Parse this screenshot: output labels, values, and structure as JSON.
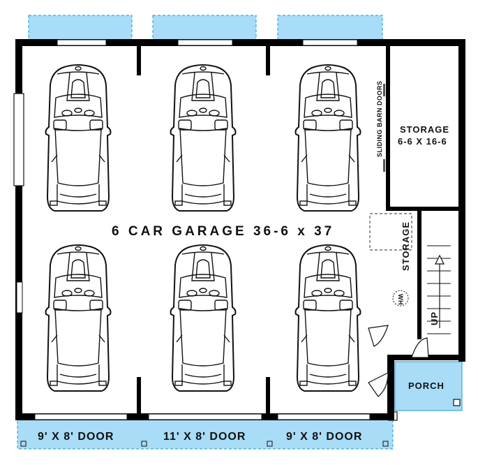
{
  "colors": {
    "wall": "#000000",
    "apron": "#a8dcf7",
    "apron_edge": "#1a9ad6",
    "background": "#ffffff"
  },
  "labels": {
    "garage": "6  CAR  GARAGE 36-6 x 37",
    "storage_title": "STORAGE",
    "storage_size": "6-6 X 16-6",
    "barn_doors": "SLIDING BARN DOORS",
    "storage_small": "STORAGE",
    "water_heater": "WH",
    "stairs_up": "UP",
    "porch": "PORCH"
  },
  "garage_doors": [
    {
      "label": "9' X 8' DOOR"
    },
    {
      "label": "11' X 8' DOOR"
    },
    {
      "label": "9' X 8' DOOR"
    }
  ],
  "car_count": 6,
  "icons": {
    "car": "car-topview-icon",
    "stairs_arrow": "arrow-up-icon",
    "water_heater": "water-heater-circle-icon"
  }
}
